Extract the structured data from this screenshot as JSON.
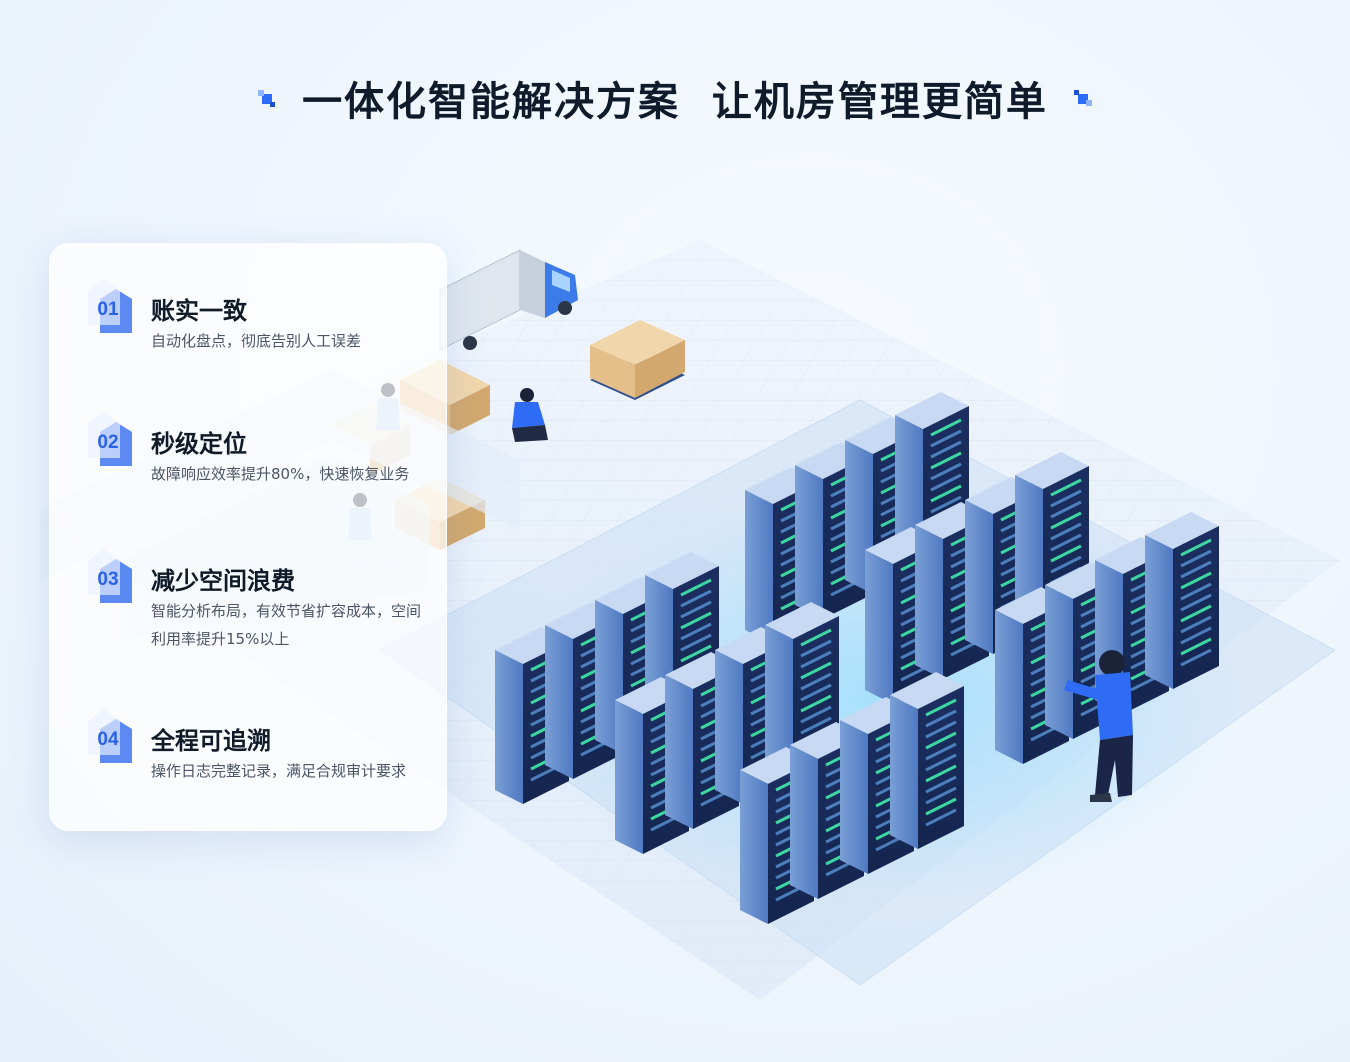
{
  "header": {
    "title": "一体化智能解决方案  让机房管理更简单"
  },
  "features": [
    {
      "number": "01",
      "title": "账实一致",
      "desc": "自动化盘点，彻底告别人工误差"
    },
    {
      "number": "02",
      "title": "秒级定位",
      "desc": "故障响应效率提升80%，快速恢复业务"
    },
    {
      "number": "03",
      "title": "减少空间浪费",
      "desc": "智能分析布局，有效节省扩容成本，空间利用率提升15%以上"
    },
    {
      "number": "04",
      "title": "全程可追溯",
      "desc": "操作日志完整记录，满足合规审计要求"
    }
  ],
  "colors": {
    "accent": "#2f6cf5",
    "title": "#0f1a2b",
    "server_light": "#3fe0a6"
  },
  "illustration": {
    "icons": [
      "truck-icon",
      "pallet-icon",
      "server-rack-icon",
      "worker-icon"
    ]
  }
}
